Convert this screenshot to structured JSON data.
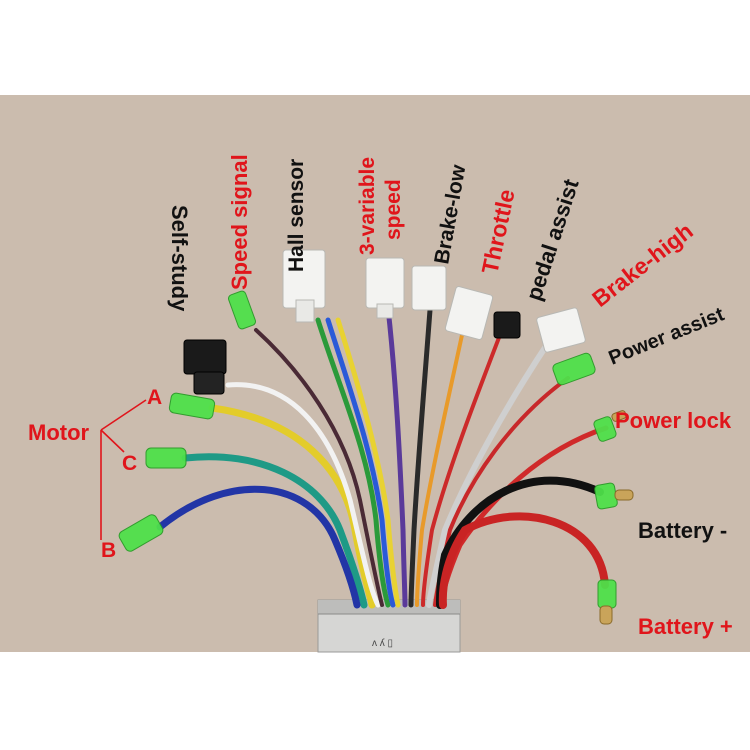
{
  "colors": {
    "background_top": "#ffffff",
    "wall": "#cbbcae",
    "label_red": "#e0151b",
    "label_black": "#111111",
    "connector_green": "#4ee04a",
    "controller_body": "#d6d6d4"
  },
  "labels": {
    "self_study": "Self-study",
    "speed_signal": "Speed signal",
    "hall_sensor": "Hall sensor",
    "three_variable_speed_1": "3-variable",
    "three_variable_speed_2": "speed",
    "brake_low": "Brake-low",
    "throttle": "Throttle",
    "pedal_assist": "pedal assist",
    "brake_high": "Brake-high",
    "power_assist": "Power assist",
    "power_lock": "Power lock",
    "battery_minus": "Battery -",
    "battery_plus": "Battery +",
    "motor": "Motor",
    "motor_a": "A",
    "motor_b": "B",
    "motor_c": "C"
  },
  "wires": [
    {
      "name": "motor-a-wire",
      "color": "#e3cc2a"
    },
    {
      "name": "motor-c-wire",
      "color": "#1e9a86"
    },
    {
      "name": "motor-b-wire",
      "color": "#2235a6"
    },
    {
      "name": "self-study-wire-white",
      "color": "#f2f2f2"
    },
    {
      "name": "speed-signal-wire",
      "color": "#4a2a35"
    },
    {
      "name": "hall-wire-green",
      "color": "#2a9a3a"
    },
    {
      "name": "hall-wire-blue",
      "color": "#2a5ad8"
    },
    {
      "name": "hall-wire-yellow",
      "color": "#e8d232"
    },
    {
      "name": "speed-wire-purple",
      "color": "#5a3a9a"
    },
    {
      "name": "brake-low-wire",
      "color": "#2a2a2a"
    },
    {
      "name": "throttle-wire-orange",
      "color": "#e89a2a"
    },
    {
      "name": "pedal-wire-red",
      "color": "#cc2a2a"
    },
    {
      "name": "brake-high-wire",
      "color": "#cfcfcf"
    },
    {
      "name": "power-assist-wire",
      "color": "#c8282a"
    },
    {
      "name": "power-lock-wire",
      "color": "#d02a2a"
    },
    {
      "name": "battery-minus-wire",
      "color": "#111111"
    },
    {
      "name": "battery-plus-wire",
      "color": "#c92424"
    }
  ]
}
